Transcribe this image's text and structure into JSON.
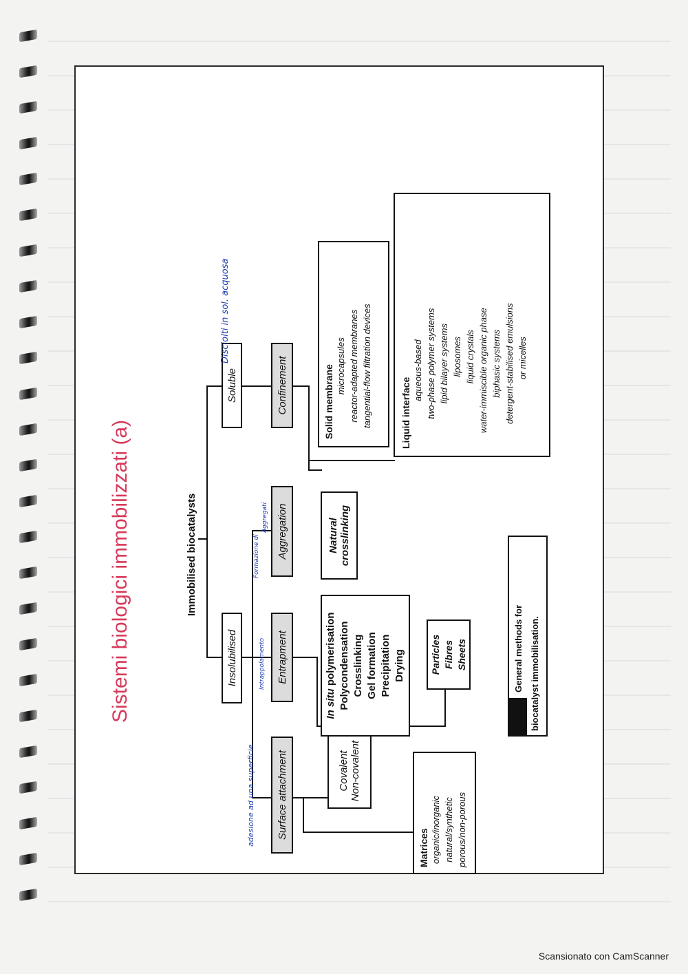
{
  "page": {
    "title": "Sistemi biologici immobilizzati (a)",
    "footer": "Scansionato con CamScanner"
  },
  "diagram": {
    "root": "Immobilised biocatalysts",
    "branch_insolubilised": "Insolubilised",
    "branch_soluble": "Soluble",
    "surface_attachment": "Surface attachment",
    "entrapment": "Entrapment",
    "aggregation": "Aggregation",
    "confinement": "Confinement",
    "covalent_box": {
      "line1": "Covalent",
      "line2": "Non-covalent"
    },
    "matrices": {
      "title": "Matrices",
      "items": [
        "organic/inorganic",
        "natural/synthetic",
        "porous/non-porous"
      ]
    },
    "entrapment_methods": {
      "line1_italic": "In situ",
      "line1_rest": " polymerisation",
      "items": [
        "Polycondensation",
        "Crosslinking",
        "Gel formation",
        "Precipitation",
        "Drying"
      ]
    },
    "forms": [
      "Particles",
      "Fibres",
      "Sheets"
    ],
    "natural_crosslinking": {
      "line1": "Natural",
      "line2": "crosslinking"
    },
    "solid_membrane": {
      "title": "Solid membrane",
      "items": [
        "microcapsules",
        "reactor-adapted membranes",
        "tangential-flow filtration devices"
      ]
    },
    "liquid_interface": {
      "title": "Liquid interface",
      "aqueous": "aqueous-based",
      "aqueous_items": [
        "two-phase polymer systems",
        "lipid bilayer systems"
      ],
      "lipid_items": [
        "liposomes",
        "liquid crystals"
      ],
      "water": "water-immiscible organic phase",
      "water_items": [
        "biphasic systems",
        "detergent-stabilised emulsions",
        "or micelles"
      ]
    },
    "legend": {
      "line1": "General methods for",
      "line2": "biocatalyst immobilisation."
    }
  },
  "annotations": {
    "surface": "adesione ad una superficie",
    "entrapment": "Intrappolamento",
    "aggregation_1": "Formazione di",
    "aggregation_2": "Aggregati",
    "soluble": "Disciolti in sol. acquosa"
  },
  "colors": {
    "title": "#d63a5a",
    "ink": "#111111",
    "handwriting": "#1f3fb0",
    "shade": "#dcdcdc"
  }
}
